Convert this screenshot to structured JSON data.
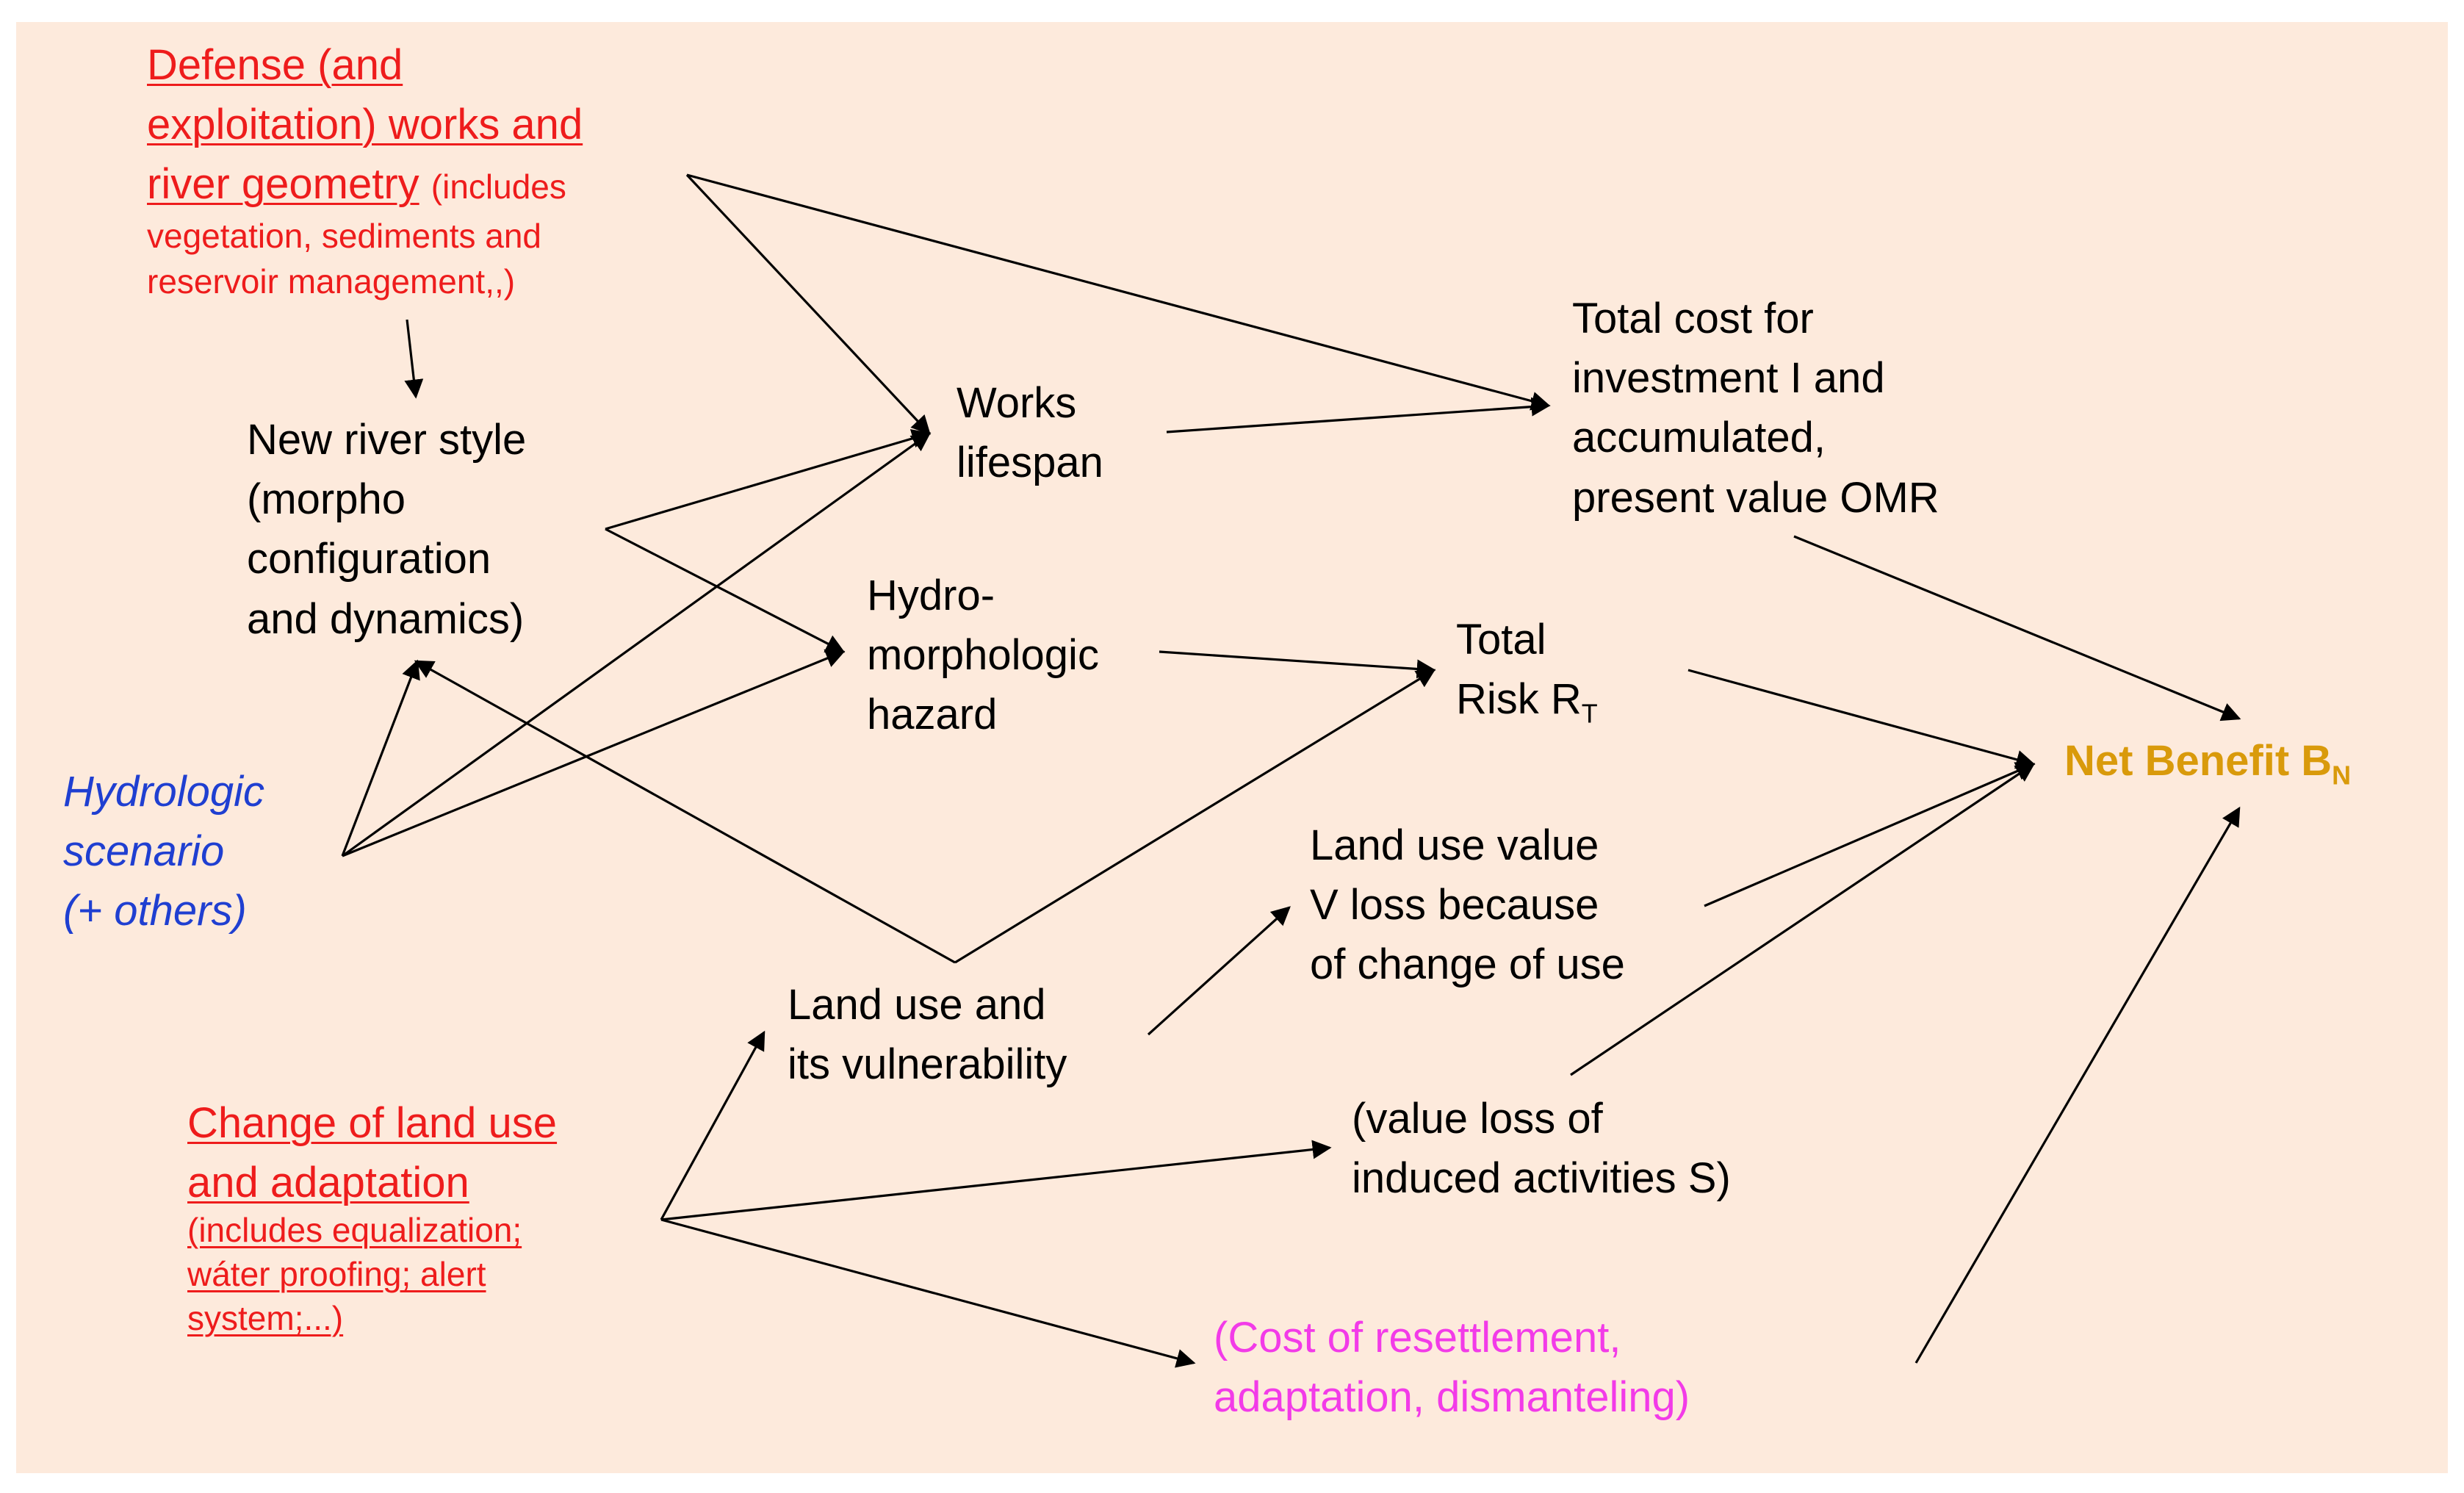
{
  "colors": {
    "background": "#fdeadc",
    "arrow": "#000000",
    "text": "#000000",
    "red": "#ee1c1c",
    "blue": "#1f3fd1",
    "magenta": "#f23be8",
    "gold": "#d99a0b"
  },
  "nodes": {
    "defense_works": {
      "lines": [
        "Defense (and",
        "exploitation) works and",
        "river geometry"
      ],
      "note": [
        "(includes",
        "vegetation, sediments and",
        "reservoir management,,)"
      ]
    },
    "new_river_style": {
      "lines": [
        "New river style",
        "(morpho",
        "configuration",
        "and dynamics)"
      ]
    },
    "works_lifespan": {
      "lines": [
        "Works",
        "lifespan"
      ]
    },
    "total_cost": {
      "lines": [
        "Total cost for",
        "investment I and",
        "accumulated,",
        "present value OMR"
      ]
    },
    "hydro_hazard": {
      "lines": [
        "Hydro-",
        "morphologic",
        "hazard"
      ]
    },
    "total_risk": {
      "line1": "Total",
      "line2": "Risk R",
      "line2_sub": "T"
    },
    "net_benefit": {
      "text": "Net Benefit B",
      "sub": "N"
    },
    "hydrologic_scenario": {
      "lines": [
        "Hydrologic",
        "scenario",
        "(+ others)"
      ]
    },
    "land_use_value": {
      "lines": [
        "Land use value",
        "V loss because",
        "of change of use"
      ]
    },
    "land_use_vulnerability": {
      "lines": [
        "Land use and",
        "its vulnerability"
      ]
    },
    "value_loss_induced": {
      "lines": [
        "(value loss of",
        "induced activities S)"
      ]
    },
    "change_land_use": {
      "lines": [
        "Change of land use",
        "and adaptation"
      ],
      "note": [
        "(includes equalization;",
        "wáter proofing; alert",
        "system;...)"
      ]
    },
    "cost_resettlement": {
      "lines": [
        "(Cost of resettlement,",
        "adaptation, dismanteling)"
      ]
    }
  }
}
